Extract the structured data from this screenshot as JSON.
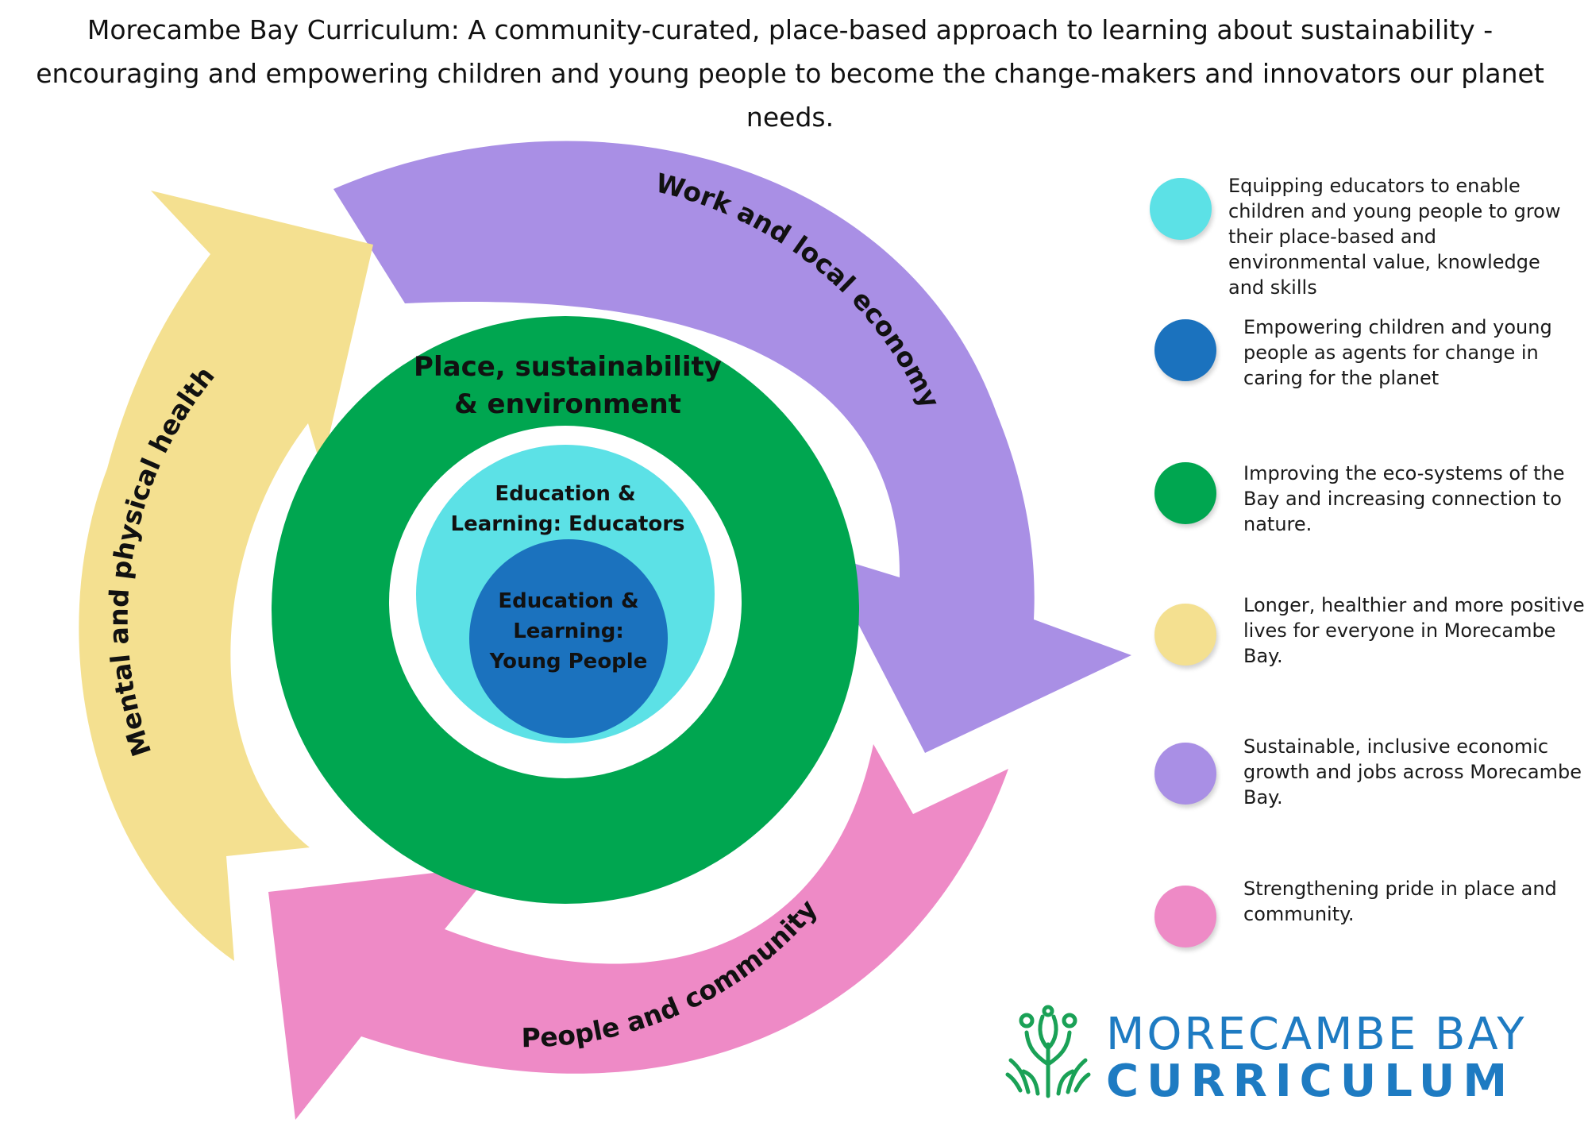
{
  "header": {
    "title": "Morecambe Bay Curriculum: A community-curated, place-based approach to learning about sustainability - encouraging and empowering children and young people to become the change-makers and innovators our planet needs."
  },
  "diagram": {
    "outer_ring": {
      "color": "#00a650",
      "label_line_1": "Place, sustainability",
      "label_line_2": "& environment"
    },
    "middle_circle": {
      "color": "#5ce1e6",
      "label_line_1": "Education &",
      "label_line_2": "Learning: Educators"
    },
    "inner_circle": {
      "color": "#1b72be",
      "label_line_1": "Education &",
      "label_line_2": "Learning:",
      "label_line_3": "Young People"
    },
    "arrows": [
      {
        "label": "Work and local economy",
        "color": "#a98fe5"
      },
      {
        "label": "People and community",
        "color": "#ee8ac6"
      },
      {
        "label": "Mental and physical health",
        "color": "#f4e090"
      }
    ]
  },
  "legend": [
    {
      "color": "#5ce1e6",
      "text": "Equipping educators to enable children and young people to grow their place-based and environmental value, knowledge and skills"
    },
    {
      "color": "#1b72be",
      "text": "Empowering children and young people as agents for change in caring for the planet"
    },
    {
      "color": "#00a650",
      "text": "Improving the eco-systems of the Bay and increasing connection to nature."
    },
    {
      "color": "#f4e090",
      "text": "Longer, healthier and more positive lives for everyone in Morecambe Bay."
    },
    {
      "color": "#a98fe5",
      "text": "Sustainable, inclusive economic growth and jobs across Morecambe Bay."
    },
    {
      "color": "#ee8ac6",
      "text": "Strengthening pride in place and community."
    }
  ],
  "logo": {
    "line_1": "MORECAMBE BAY",
    "line_2": "CURRICULUM",
    "icon": "tree-icon",
    "color": "#1e7bc2",
    "icon_color": "#1aa156"
  }
}
